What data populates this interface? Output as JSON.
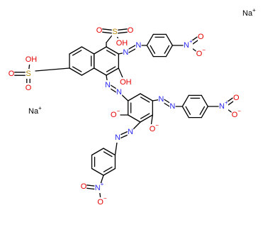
{
  "molecule": {
    "counter_ions": [
      {
        "symbol": "Na",
        "charge": "+"
      },
      {
        "symbol": "Na",
        "charge": "+"
      }
    ],
    "atom_labels": {
      "sulfonate_top": {
        "S": "S",
        "O1": "O",
        "O2": "O",
        "OH": "OH"
      },
      "sulfonate_left": {
        "S": "S",
        "O1": "O",
        "O2": "O",
        "OH": "OH"
      },
      "naphthol_OH": "OH",
      "phenolate_left": {
        "O": "O",
        "charge": "−"
      },
      "phenolate_right": {
        "O": "O",
        "charge": "−"
      },
      "azo": "N",
      "nitro": {
        "N": "N",
        "charge_pos": "+",
        "O": "O",
        "charge_neg": "−"
      }
    },
    "colors": {
      "bond": "#000000",
      "nitrogen": "#2a2af0",
      "oxygen": "#e60000",
      "sulfur": "#b8860b",
      "text": "#000000"
    }
  }
}
